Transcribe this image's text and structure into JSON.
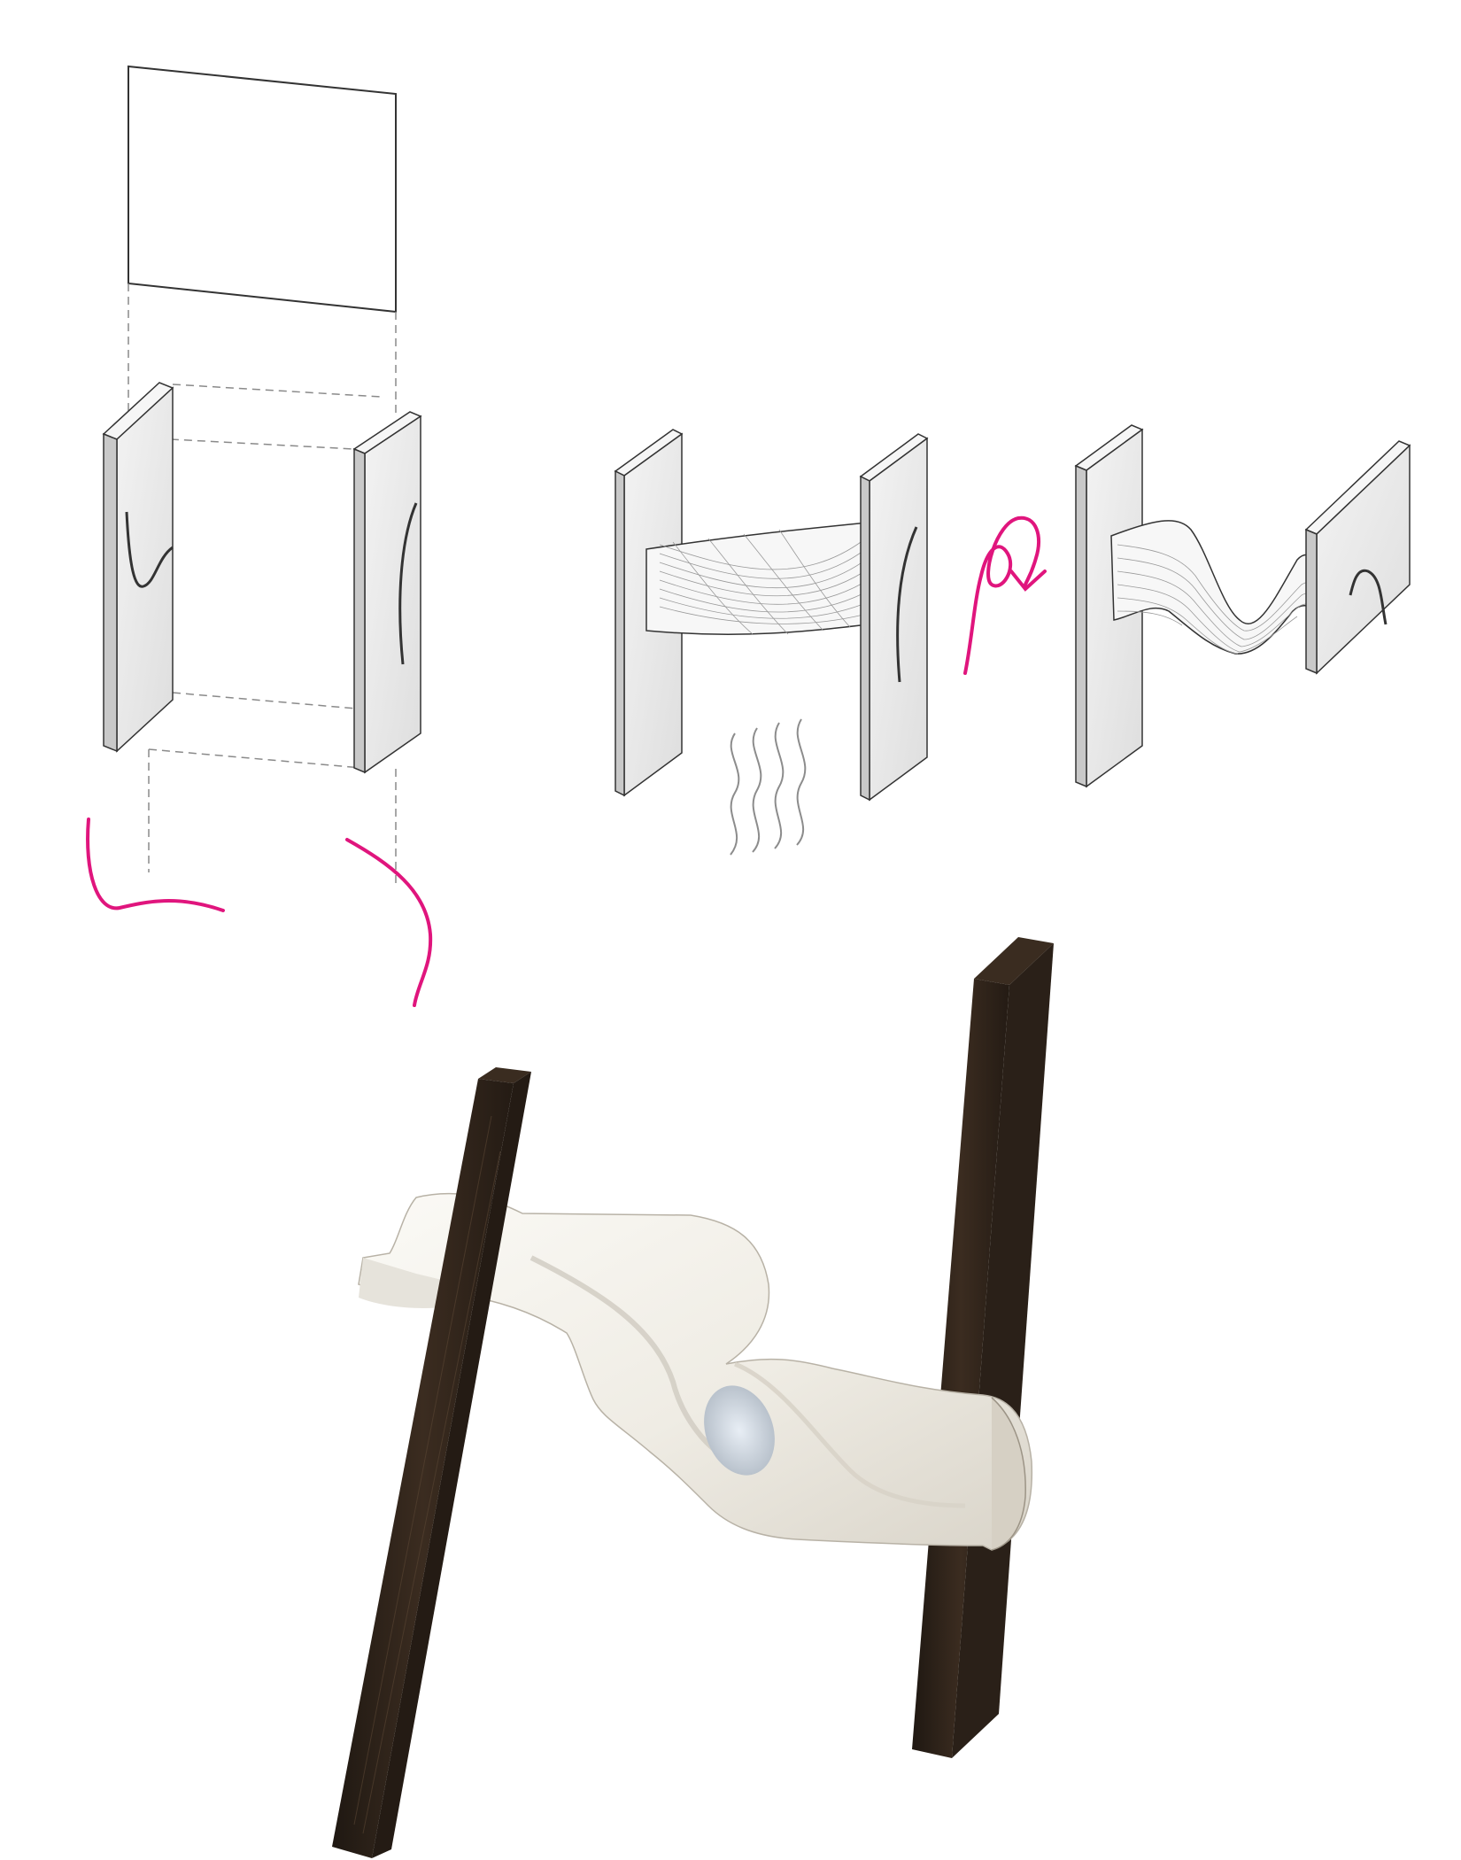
{
  "colors": {
    "background": "#ffffff",
    "annotation_magenta": "#e0157d",
    "outline": "#333333",
    "panel_face": "#ececec",
    "panel_side": "#c9c9c9",
    "panel_top": "#f6f6f6",
    "dashed_guide": "#8a8a8a",
    "heat_wave": "#8c8c8c",
    "wood_dark": "#2b2118",
    "wood_mid": "#3f3023",
    "fabric_white": "#f2f0ea",
    "fabric_shadow": "#cfcac0"
  },
  "figure": {
    "steps": [
      {
        "id": "assembly",
        "icons": [
          "sheet-icon",
          "left-panel-icon",
          "right-panel-icon",
          "slot-curve-icon"
        ]
      },
      {
        "id": "heating",
        "icons": [
          "heated-sheet-icon",
          "heat-waves-icon"
        ]
      },
      {
        "id": "twisting",
        "icons": [
          "rotation-arrow-icon",
          "twisted-sheet-icon"
        ]
      },
      {
        "id": "physical-model",
        "icons": [
          "wood-batten-icon",
          "formed-plastic-icon"
        ]
      }
    ]
  }
}
